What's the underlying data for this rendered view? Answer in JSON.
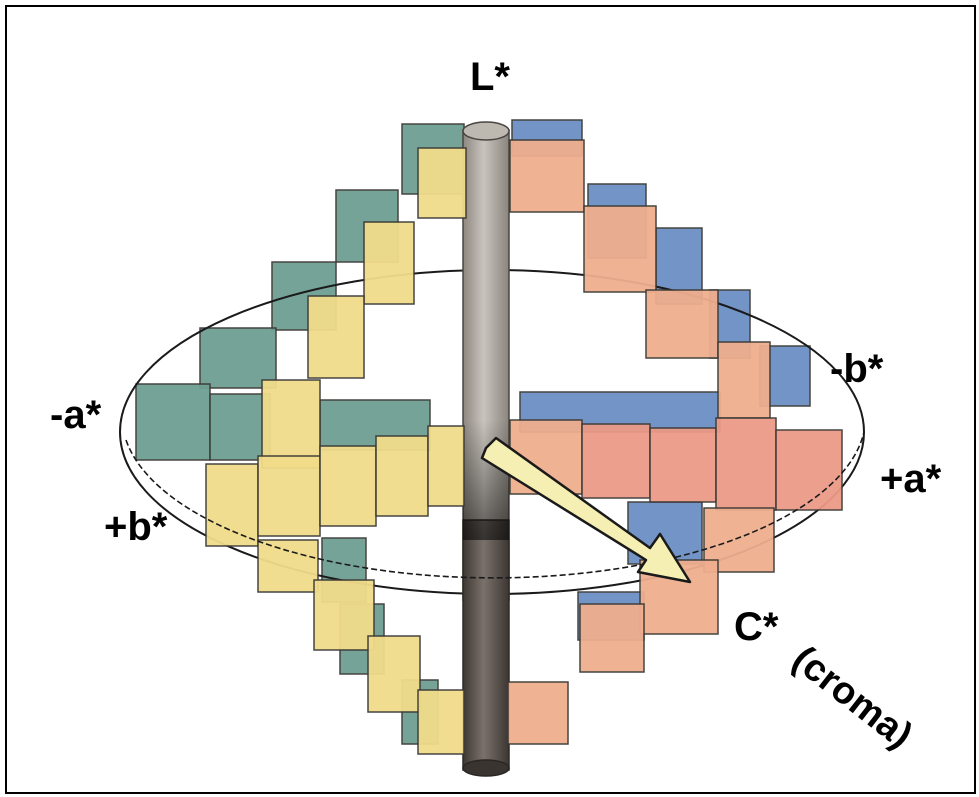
{
  "labels": {
    "l_axis": "L*",
    "neg_a": "-a*",
    "neg_b": "-b*",
    "pos_a": "+a*",
    "pos_b": "+b*",
    "chroma_c": "C*",
    "chroma_word": "(croma)"
  },
  "colors": {
    "yellow": "#f1dc8a",
    "orange": "#efae8e",
    "red": "#ec9a86",
    "green": "#6f9f93",
    "blue": "#6b8fc4",
    "axis_gray": "#a9a39b",
    "axis_dark": "#5c5550",
    "arrow_fill": "#f6efb4"
  }
}
